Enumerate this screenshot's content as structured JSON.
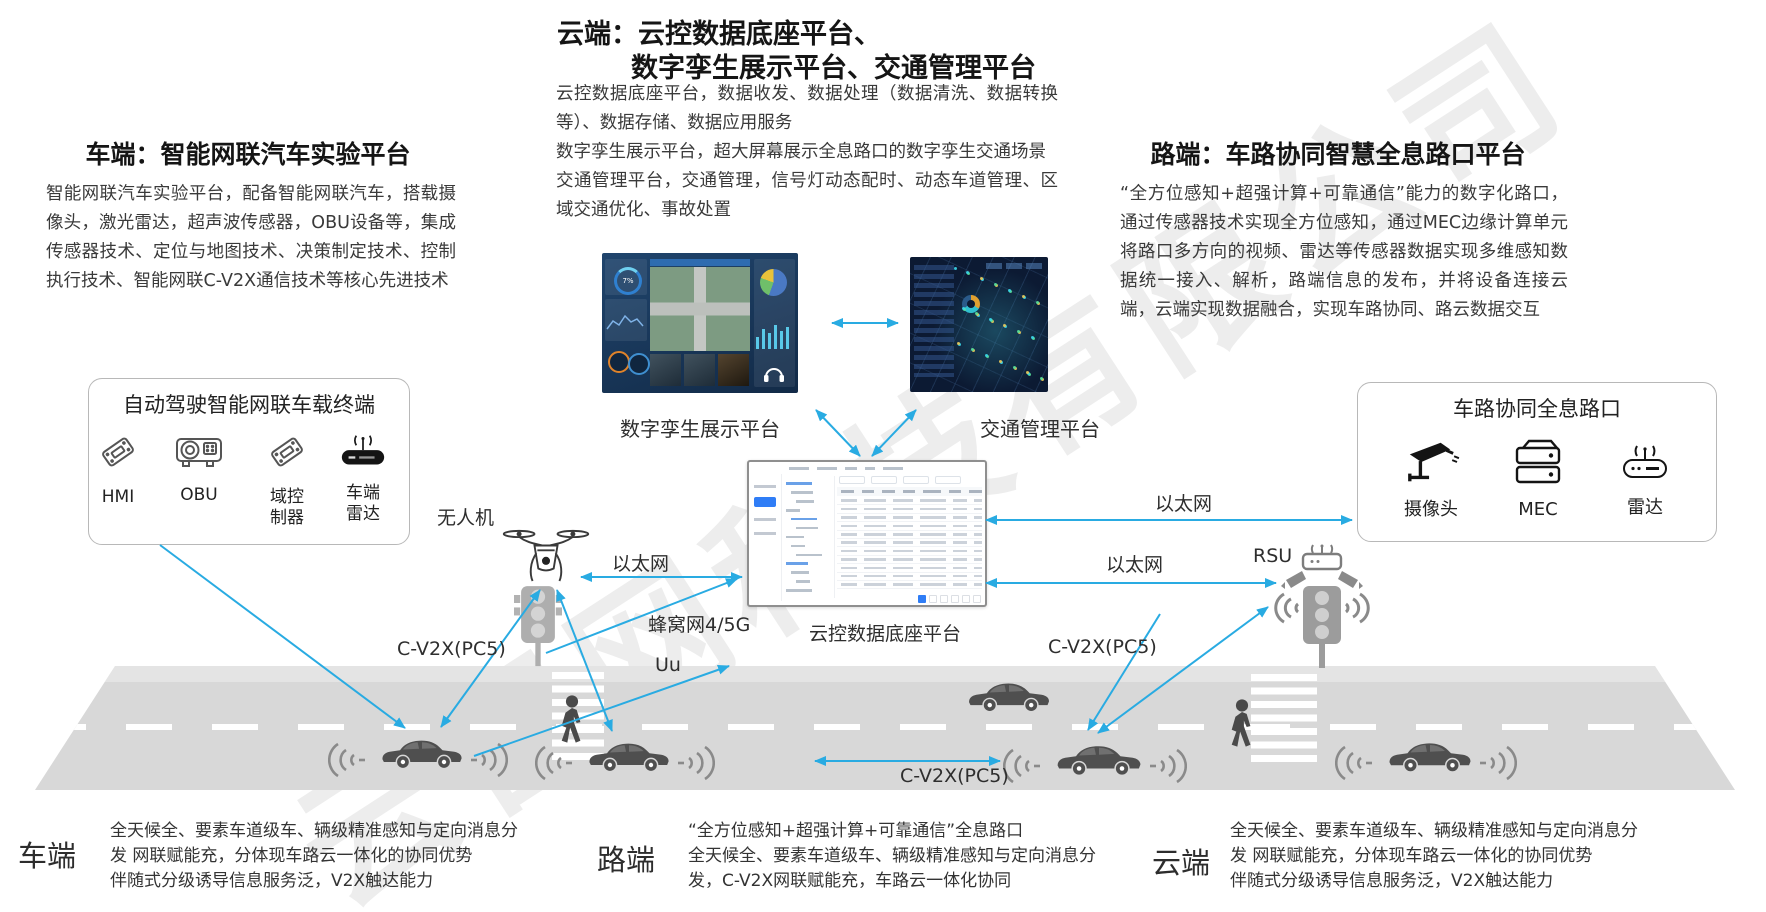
{
  "watermark": "云智网科技有限公司",
  "top_left": {
    "title": "车端：智能网联汽车实验平台",
    "body": "智能网联汽车实验平台，配备智能网联汽车，搭载摄像头，激光雷达，超声波传感器，OBU设备等，集成传感器技术、定位与地图技术、决策制定技术、控制执行技术、智能网联C-V2X通信技术等核心先进技术"
  },
  "top_center": {
    "title1": "云端：云控数据底座平台、",
    "title2": "数字孪生展示平台、交通管理平台",
    "p1": "云控数据底座平台，数据收发、数据处理（数据清洗、数据转换等）、数据存储、数据应用服务",
    "p2": "数字孪生展示平台，超大屏幕展示全息路口的数字孪生交通场景",
    "p3": "交通管理平台，交通管理，信号灯动态配时、动态车道管理、区域交通优化、事故处置"
  },
  "top_right": {
    "title": "路端：车路协同智慧全息路口平台",
    "body": "“全方位感知+超强计算+可靠通信”能力的数字化路口，通过传感器技术实现全方位感知，通过MEC边缘计算单元将路口多方向的视频、雷达等传感器数据实现多维感知数据统一接入、解析，路端信息的发布，并将设备连接云端，云端实现数据融合，实现车路协同、路云数据交互"
  },
  "obu_box": {
    "title": "自动驾驶智能网联车载终端",
    "items": [
      {
        "label": "HMI"
      },
      {
        "label": "OBU"
      },
      {
        "label": "域控制器"
      },
      {
        "label": "车端雷达"
      }
    ]
  },
  "holo_box": {
    "title": "车路协同全息路口",
    "items": [
      {
        "label": "摄像头"
      },
      {
        "label": "MEC"
      },
      {
        "label": "雷达"
      }
    ]
  },
  "platform_labels": {
    "digital_twin": "数字孪生展示平台",
    "traffic": "交通管理平台",
    "cloud_base": "云控数据底座平台"
  },
  "net_labels": {
    "ethernet": "以太网",
    "cellular": "蜂窝网4/5G",
    "uu": "Uu",
    "cv2x": "C-V2X(PC5)",
    "rsu": "RSU",
    "drone": "无人机"
  },
  "screens": {
    "digital_twin_gauge": "7%"
  },
  "bottom": {
    "vehicle": {
      "label": "车端",
      "lines": [
        "全天候全、要素车道级车、辆级精准感知与定向消息分",
        "发 网联赋能充，分体现车路云一体化的协同优势",
        "伴随式分级诱导信息服务泛，V2X触达能力"
      ]
    },
    "road": {
      "label": "路端",
      "lines": [
        "“全方位感知+超强计算+可靠通信”全息路口",
        "全天候全、要素车道级车、辆级精准感知与定向消息分",
        "发，C-V2X网联赋能充，车路云一体化协同"
      ]
    },
    "cloud": {
      "label": "云端",
      "lines": [
        "全天候全、要素车道级车、辆级精准感知与定向消息分",
        "发 网联赋能充，分体现车路云一体化的协同优势",
        "伴随式分级诱导信息服务泛，V2X触达能力"
      ]
    }
  },
  "colors": {
    "arrow": "#29abe2"
  }
}
